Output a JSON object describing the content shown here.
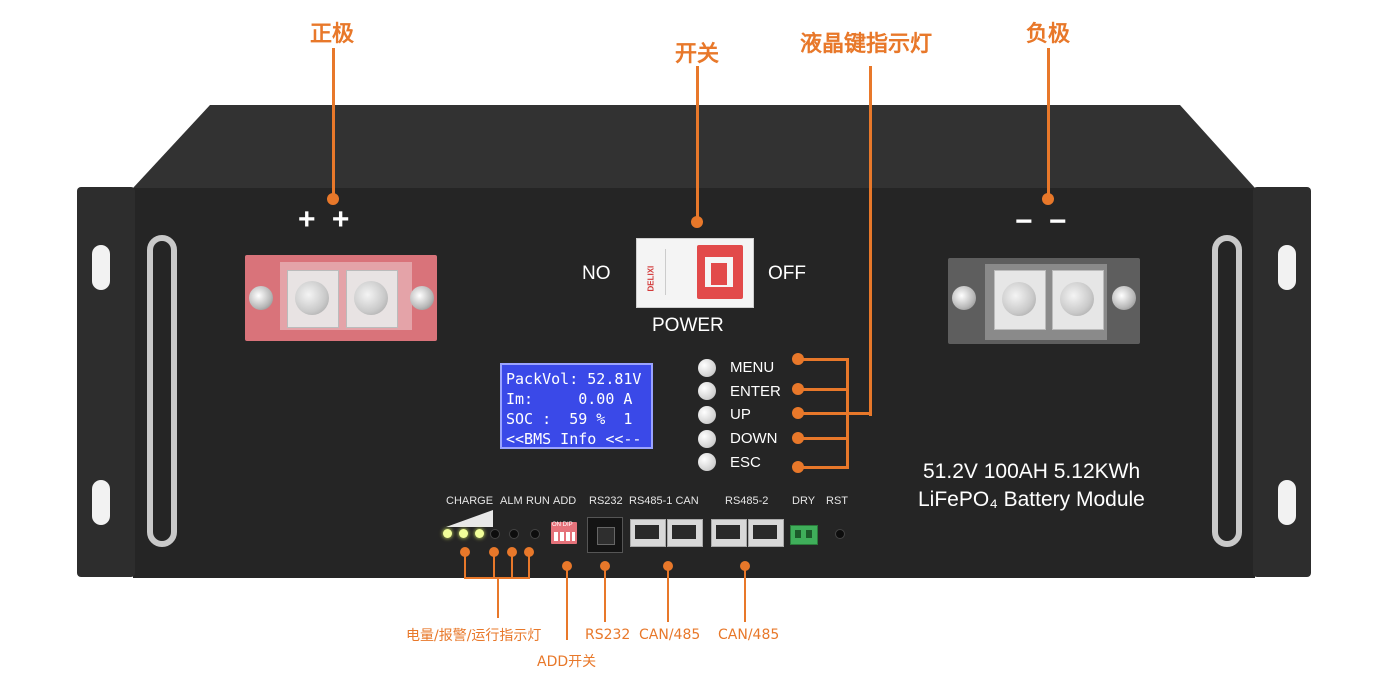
{
  "callouts": {
    "positive": "正极",
    "switch": "开关",
    "lcd_keys": "液晶键指示灯",
    "negative": "负极",
    "indicators": "电量/报警/运行指示灯",
    "add_switch": "ADD开关",
    "rs232": "RS232",
    "can485_1": "CAN/485",
    "can485_2": "CAN/485"
  },
  "terminals": {
    "positive_symbol": "+ +",
    "negative_symbol": "− −"
  },
  "breaker": {
    "left_label": "NO",
    "right_label": "OFF",
    "caption": "POWER",
    "brand": "DELIXI"
  },
  "lcd": {
    "line1": "PackVol: 52.81V",
    "line2": "Im:     0.00 A",
    "line3": "SOC :  59 %  1",
    "line4": "<<BMS Info <<--"
  },
  "keys": [
    "MENU",
    "ENTER",
    "UP",
    "DOWN",
    "ESC"
  ],
  "panel_labels": {
    "charge": "CHARGE",
    "alm": "ALM",
    "run": "RUN",
    "add": "ADD",
    "rs232": "RS232",
    "rs485_1_can": "RS485-1 CAN",
    "rs485_2": "RS485-2",
    "dry": "DRY",
    "rst": "RST",
    "dip": "ON DIP"
  },
  "module": {
    "spec": "51.2V 100AH 5.12KWh",
    "name": "LiFePO₄ Battery Module"
  },
  "colors": {
    "accent": "#e8782a",
    "chassis": "#2a2a2a",
    "lcd_bg": "#3a49e8",
    "positive_terminal": "#d9737a",
    "negative_terminal": "#5e5e5e"
  }
}
